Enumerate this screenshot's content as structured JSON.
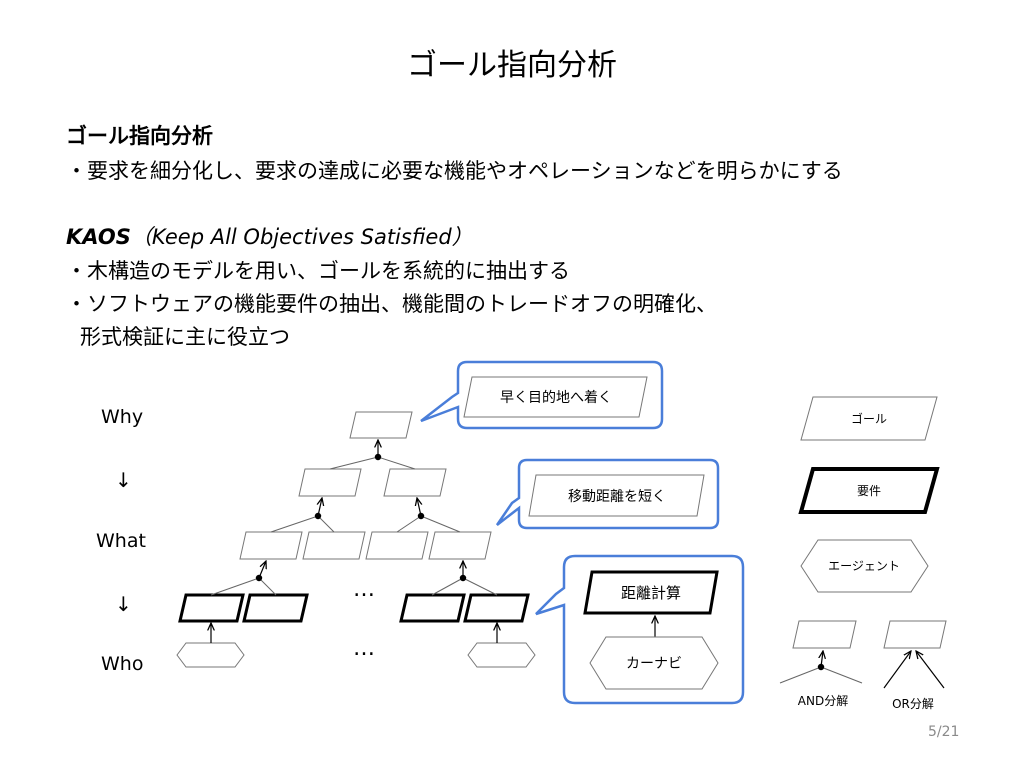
{
  "title": "ゴール指向分析",
  "section": {
    "heading": "ゴール指向分析",
    "line1": "・要求を細分化し、要求の達成に必要な機能やオペレーションなどを明らかにする"
  },
  "kaos": {
    "name": "KAOS",
    "expansion": "（Keep All Objectives Satisfied）",
    "line1": "・木構造のモデルを用い、ゴールを系統的に抽出する",
    "line2": "・ソフトウェアの機能要件の抽出、機能間のトレードオフの明確化、",
    "line3": "形式検証に主に役立つ"
  },
  "levels": {
    "why": "Why",
    "what": "What",
    "who": "Who",
    "arrow": "↓"
  },
  "diagram": {
    "ellipsis": "…",
    "callout1": "早く目的地へ着く",
    "callout2": "移動距離を短く",
    "callout3_requirement": "距離計算",
    "callout3_agent": "カーナビ"
  },
  "legend": {
    "goal": "ゴール",
    "requirement": "要件",
    "agent": "エージェント",
    "and_label": "AND分解",
    "or_label": "OR分解"
  },
  "page_number": "5/21",
  "colors": {
    "callout_border": "#4a7ed9",
    "text": "#000000",
    "page_number": "#8a8a8a"
  }
}
